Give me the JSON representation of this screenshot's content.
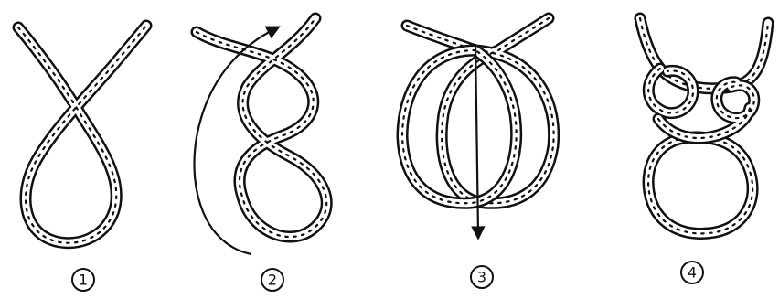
{
  "steps": [
    {
      "number": "1"
    },
    {
      "number": "2"
    },
    {
      "number": "3"
    },
    {
      "number": "4"
    }
  ],
  "colors": {
    "ink": "#111111",
    "background": "#ffffff"
  }
}
